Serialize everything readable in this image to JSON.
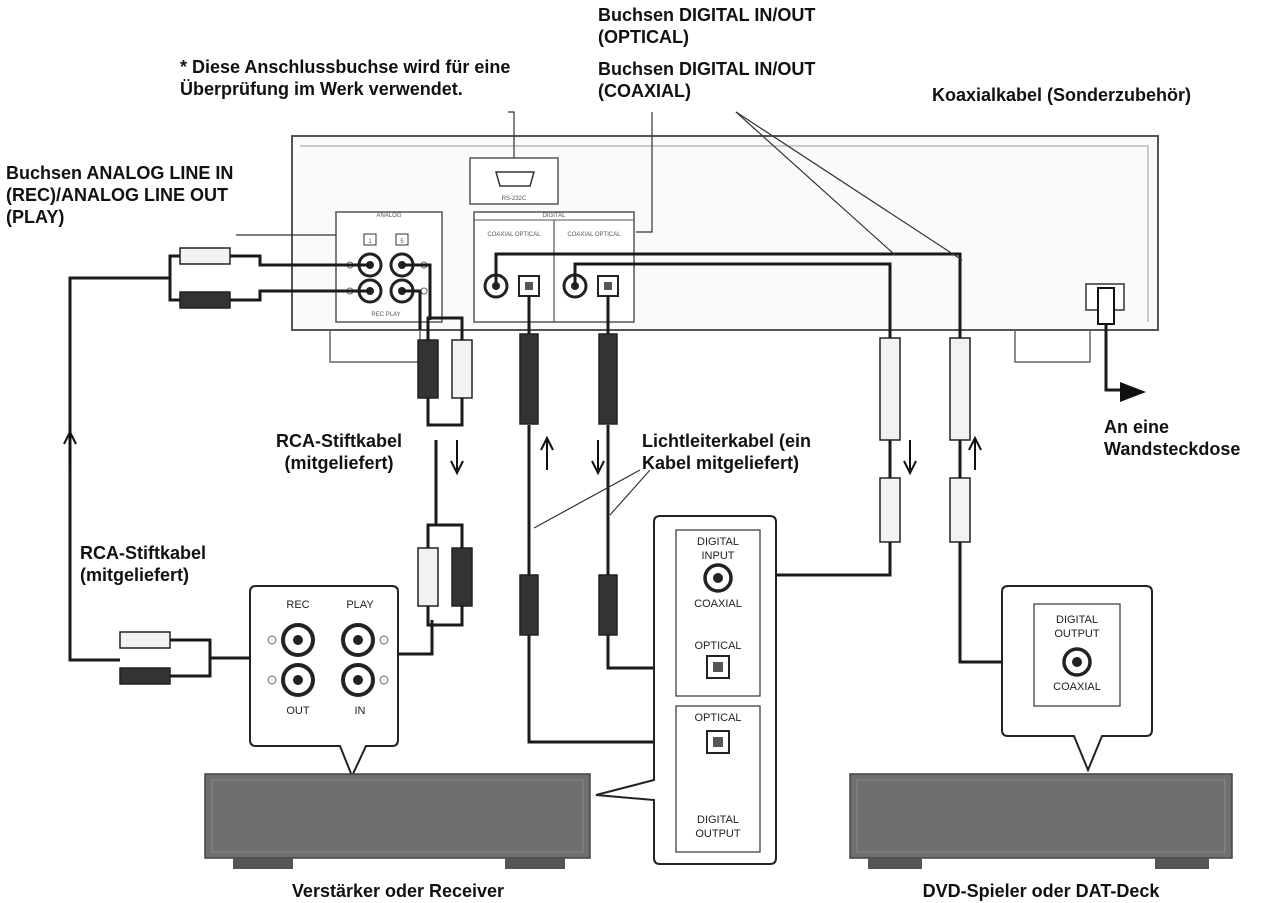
{
  "labels": {
    "factory_note": "* Diese Anschlussbuchse wird für eine\nÜberprüfung im Werk verwendet.",
    "digital_optical": "Buchsen DIGITAL IN/OUT\n(OPTICAL)",
    "digital_coaxial": "Buchsen DIGITAL IN/OUT\n(COAXIAL)",
    "coaxial_cable": "Koaxialkabel (Sonderzubehör)",
    "analog_jacks": "Buchsen ANALOG LINE IN\n(REC)/ANALOG LINE OUT\n(PLAY)",
    "rca_cable_1": "RCA-Stiftkabel\n(mitgeliefert)",
    "rca_cable_2": "RCA-Stiftkabel\n(mitgeliefert)",
    "optical_cable": "Lichtleiterkabel (ein\nKabel mitgeliefert)",
    "wall_outlet": "An eine\nWandsteckdose",
    "amplifier": "Verstärker oder Receiver",
    "dvd_dat": "DVD-Spieler oder DAT-Deck"
  },
  "panels": {
    "amp_analog": {
      "rec": "REC",
      "play": "PLAY",
      "out": "OUT",
      "in": "IN"
    },
    "amp_digital_in": {
      "digital": "DIGITAL",
      "input": "INPUT",
      "coaxial": "COAXIAL",
      "optical": "OPTICAL"
    },
    "amp_digital_out": {
      "optical": "OPTICAL",
      "digital": "DIGITAL",
      "output": "OUTPUT"
    },
    "dvd_digital_out": {
      "digital": "DIGITAL",
      "output": "OUTPUT",
      "coaxial": "COAXIAL"
    }
  },
  "device_panel": {
    "analog": "ANALOG",
    "digital": "DIGITAL",
    "coaxial_optical_in": "COAXIAL  OPTICAL",
    "coaxial_optical_out": "COAXIAL  OPTICAL",
    "rec_play": "REC  PLAY",
    "jack_left": "1",
    "jack_right": "5",
    "service_port": "RS-232C"
  },
  "colors": {
    "line": "#1a1a1a",
    "device_gray": "#6f6f6f",
    "device_outline": "#555555",
    "plug_dark": "#333333",
    "plug_light": "#f2f2f2"
  }
}
